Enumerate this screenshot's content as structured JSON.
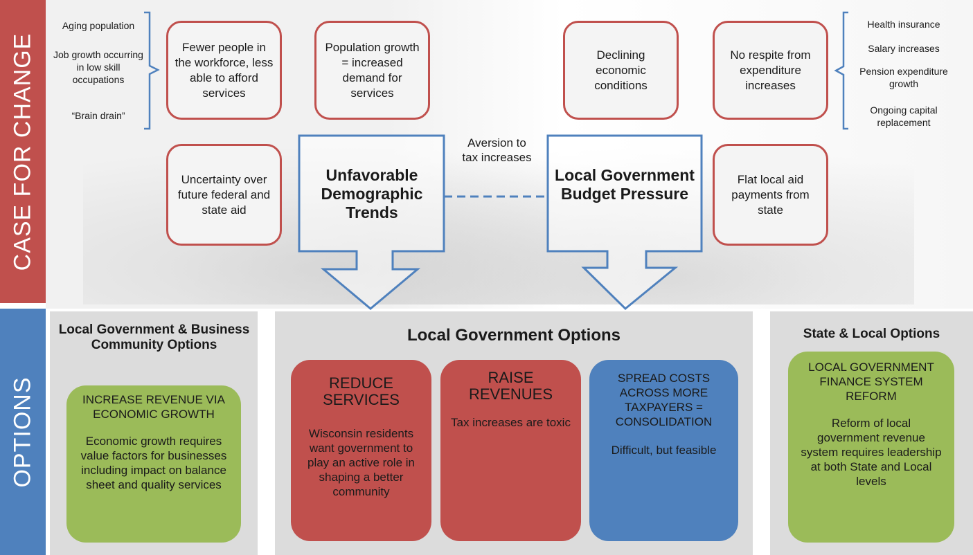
{
  "sidebar": {
    "case_for_change": "CASE FOR CHANGE",
    "options": "OPTIONS"
  },
  "left_factors": [
    "Aging population",
    "Job growth occurring in low skill occupations",
    "“Brain drain”"
  ],
  "right_factors": [
    "Health insurance",
    "Salary increases",
    "Pension expenditure growth",
    "Ongoing capital replacement"
  ],
  "boxes": {
    "workforce": "Fewer people in the workforce, less able to afford services",
    "population": "Population growth = increased demand for services",
    "uncertainty": "Uncertainty over future federal and state aid",
    "declining": "Declining economic conditions",
    "no_respite": "No respite from expenditure increases",
    "flat_aid": "Flat local aid payments from state"
  },
  "arrows": {
    "demographic": "Unfavorable Demographic Trends",
    "budget": "Local Government Budget Pressure",
    "aversion": "Aversion to tax increases"
  },
  "options": {
    "business": {
      "title": "Local Government & Business Community Options",
      "head": "INCREASE REVENUE VIA ECONOMIC GROWTH",
      "body": "Economic growth requires value factors for businesses including impact on balance sheet and quality services"
    },
    "local": {
      "title": "Local Government Options",
      "reduce": {
        "head": "REDUCE SERVICES",
        "body": "Wisconsin residents want government to play an active role in shaping a better community"
      },
      "raise": {
        "head": "RAISE REVENUES",
        "body": "Tax increases are toxic"
      },
      "spread": {
        "head": "SPREAD COSTS ACROSS MORE TAXPAYERS = CONSOLIDATION",
        "body": "Difficult, but feasible"
      }
    },
    "state": {
      "title": "State & Local Options",
      "head": "LOCAL GOVERNMENT FINANCE SYSTEM REFORM",
      "body": "Reform of local government revenue system requires leadership at both State and Local levels"
    }
  },
  "colors": {
    "red": "#c0504d",
    "blue": "#4f81bd",
    "green": "#9bbb59",
    "panel": "#dcdcdc"
  }
}
